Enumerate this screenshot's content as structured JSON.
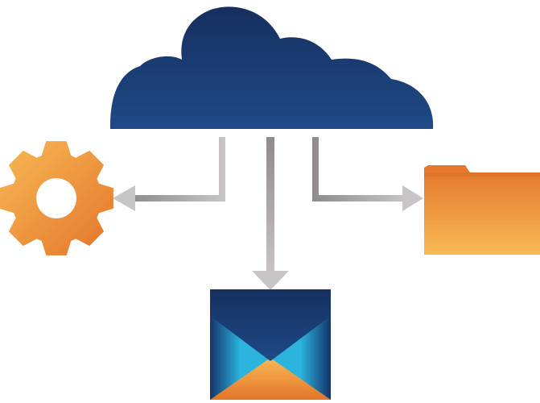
{
  "diagram": {
    "nodes": [
      {
        "id": "cloud",
        "icon": "cloud-icon"
      },
      {
        "id": "settings",
        "icon": "gear-icon"
      },
      {
        "id": "email",
        "icon": "envelope-icon"
      },
      {
        "id": "files",
        "icon": "folder-icon"
      }
    ],
    "edges": [
      {
        "from": "cloud",
        "to": "settings",
        "direction": "left"
      },
      {
        "from": "cloud",
        "to": "email",
        "direction": "down"
      },
      {
        "from": "cloud",
        "to": "files",
        "direction": "right"
      }
    ]
  },
  "colors": {
    "cloud_dark": "#162f5f",
    "cloud_light": "#1e4a86",
    "connector_dark": "#8f8a8b",
    "connector_light": "#c9c4c5",
    "orange_dark": "#e3752a",
    "orange_light": "#f8b955",
    "envelope_navy": "#15336a",
    "envelope_blue": "#1283c2",
    "envelope_cyan": "#2bb4de"
  }
}
